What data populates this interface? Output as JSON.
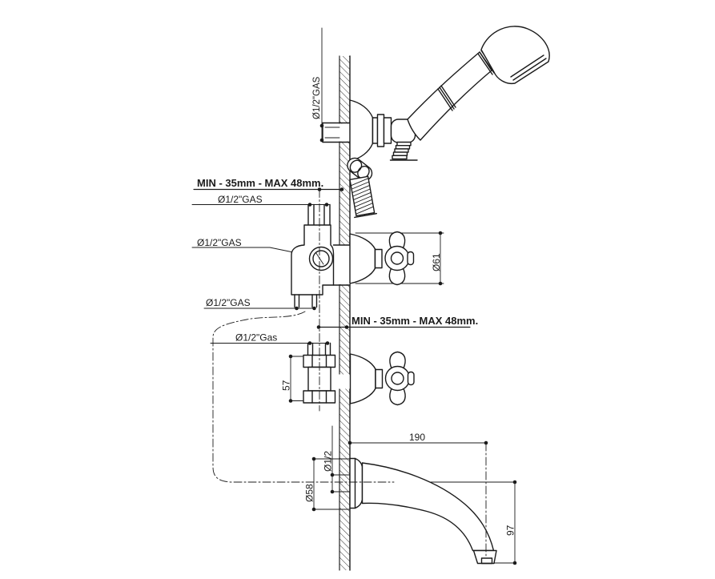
{
  "drawing": {
    "kind": "technical installation drawing",
    "subject": "wall-mounted bath-shower mixer with hand shower, concealed valves and tub spout"
  },
  "colors": {
    "ink": "#1b1b1b",
    "paper": "#ffffff"
  },
  "labels": {
    "hand_shower_supply": "Ø1/2\"GAS",
    "recess_depth_top": "MIN - 35mm - MAX 48mm.",
    "diverter_top_port": "Ø1/2\"GAS",
    "diverter_inlet": "Ø1/2\"GAS",
    "diverter_bottom_port": "Ø1/2\"GAS",
    "recess_depth_bottom": "MIN - 35mm - MAX 48mm.",
    "stop_valve_connections": "Ø1/2\"Gas",
    "handle_diameter": "Ø61",
    "valve_body_height": "57",
    "spout_projection": "190",
    "spout_inlet": "Ø1/2",
    "flange_diameter": "Ø58",
    "spout_drop": "97"
  },
  "dimensions_mm": {
    "recess_depth_min": 35,
    "recess_depth_max": 48,
    "handle_diameter": 61,
    "valve_body_height": 57,
    "spout_projection": 190,
    "flange_diameter": 58,
    "spout_drop": 97
  }
}
